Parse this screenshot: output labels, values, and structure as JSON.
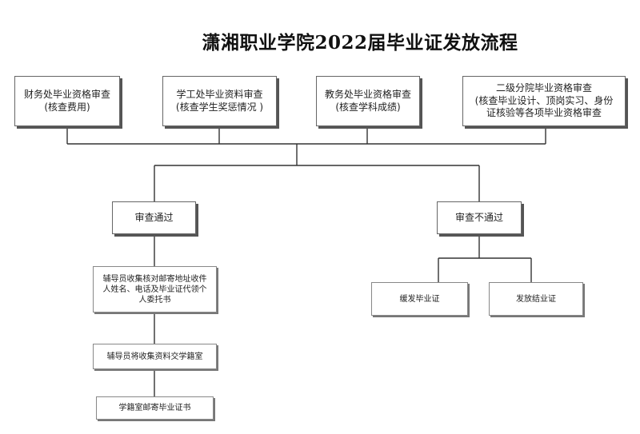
{
  "title": "潇湘职业学院2022届毕业证发放流程",
  "review_boxes": [
    {
      "line1": "财务处毕业资格审查",
      "line2": "(核查费用)"
    },
    {
      "line1": "学工处毕业资料审查",
      "line2": "(核查学生奖惩情况 )"
    },
    {
      "line1": "教务处毕业资格审查",
      "line2": "(核查学科成绩)"
    },
    {
      "line1": "二级分院毕业资格审查",
      "line2": "(核查毕业设计、顶岗实习、身份",
      "line3": "证核验等各项毕业资格审查"
    }
  ],
  "pass": {
    "label": "审查通过",
    "steps": [
      {
        "line1": "辅导员收集核对邮寄地址收件",
        "line2": "人姓名、电话及毕业证代领个",
        "line3": "人委托书"
      },
      {
        "line1": "辅导员将收集资料交学籍室"
      },
      {
        "line1": "学籍室邮寄毕业证书"
      }
    ]
  },
  "fail": {
    "label": "审查不通过",
    "outcomes": [
      {
        "line1": "缓发毕业证"
      },
      {
        "line1": "发放结业证"
      }
    ]
  }
}
